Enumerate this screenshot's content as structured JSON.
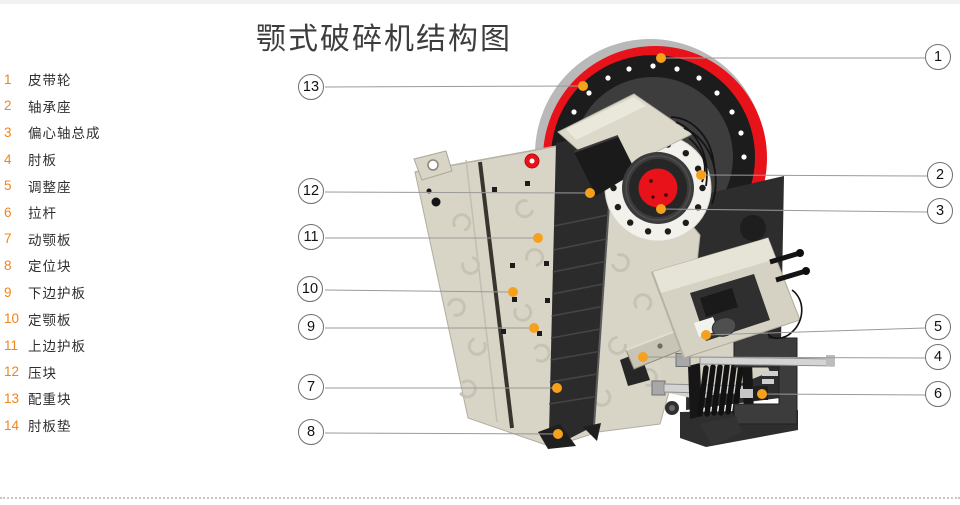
{
  "page": {
    "title": "颚式破碎机结构图"
  },
  "legend": {
    "items": [
      {
        "num": "1",
        "label": "皮带轮"
      },
      {
        "num": "2",
        "label": "轴承座"
      },
      {
        "num": "3",
        "label": "偏心轴总成"
      },
      {
        "num": "4",
        "label": "肘板"
      },
      {
        "num": "5",
        "label": "调整座"
      },
      {
        "num": "6",
        "label": "拉杆"
      },
      {
        "num": "7",
        "label": "动颚板"
      },
      {
        "num": "8",
        "label": "定位块"
      },
      {
        "num": "9",
        "label": "下边护板"
      },
      {
        "num": "10",
        "label": "定颚板"
      },
      {
        "num": "11",
        "label": "上边护板"
      },
      {
        "num": "12",
        "label": "压块"
      },
      {
        "num": "13",
        "label": "配重块"
      },
      {
        "num": "14",
        "label": "肘板垫"
      }
    ]
  },
  "callouts": {
    "labels": [
      "1",
      "2",
      "3",
      "4",
      "5",
      "6",
      "7",
      "8",
      "9",
      "10",
      "11",
      "12",
      "13"
    ]
  },
  "colors": {
    "accent_orange": "#F6A11D",
    "legend_number_orange": "#F08519",
    "machine_red": "#E8131A",
    "body_beige": "#D8D4C6",
    "dark_metal": "#2B2B2B",
    "leader_line_gray": "#9A9A9A"
  }
}
